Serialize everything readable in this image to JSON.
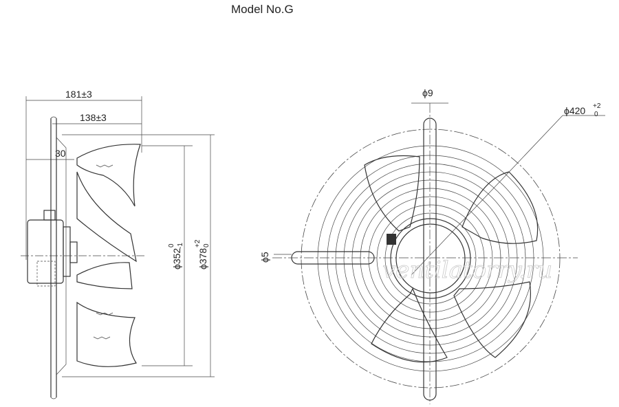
{
  "title": "Model No.G",
  "side_view": {
    "dim_overall": "181±3",
    "dim_body": "138±3",
    "dim_flange": "30",
    "dim_blade_dia": "ϕ352",
    "dim_blade_tol_upper": "0",
    "dim_blade_tol_lower": "-1",
    "dim_guard_dia": "ϕ378",
    "dim_guard_tol_upper": "+2",
    "dim_guard_tol_lower": "0"
  },
  "front_view": {
    "dim_hole_top": "ϕ9",
    "dim_ring_dia": "ϕ420",
    "dim_ring_tol_upper": "+2",
    "dim_ring_tol_lower": "0",
    "dim_hole_left": "ϕ5"
  },
  "watermark": "ventilatorry.ru"
}
